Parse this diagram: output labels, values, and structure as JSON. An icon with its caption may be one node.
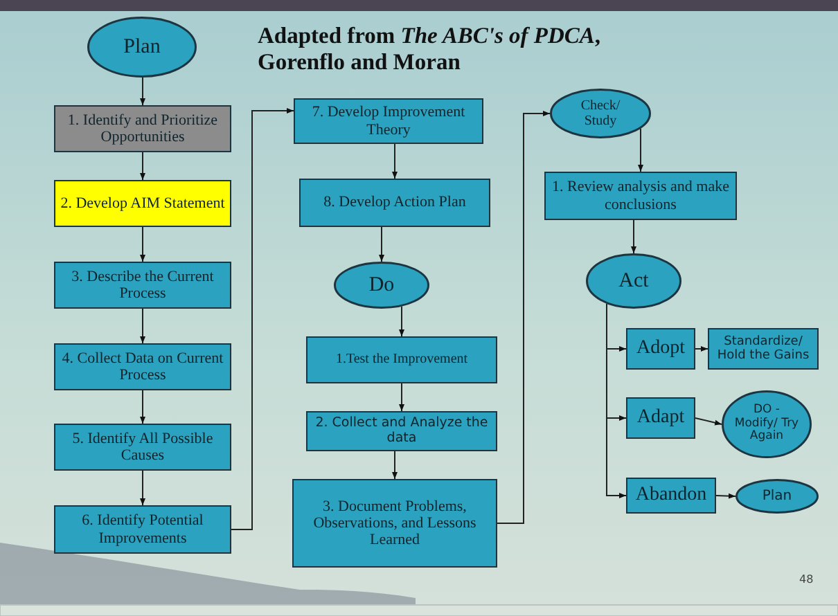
{
  "diagram": {
    "title": "Adapted from *The ABC's of PDCA*, Gorenflo and Moran",
    "nodes": [
      {
        "text": [
          "Plan"
        ]
      },
      {
        "text": [
          "1. Identify and Prioritize Opportunities"
        ]
      },
      {
        "text": [
          "2. Develop AIM Statement"
        ]
      },
      {
        "text": [
          "3. Describe the Current Process"
        ]
      },
      {
        "text": [
          "4. Collect Data on Current Process"
        ]
      },
      {
        "text": [
          "5. Identify All Possible Causes"
        ]
      },
      {
        "text": [
          "6. Identify Potential Improvements"
        ]
      },
      {
        "text": [
          "7. Develop Improvement Theory"
        ]
      },
      {
        "text": [
          "8. Develop Action Plan"
        ]
      },
      {
        "text": [
          "Do"
        ]
      },
      {
        "text": [
          "1.Test the Improvement"
        ]
      },
      {
        "text": [
          "2. Collect and Analyze the data"
        ]
      },
      {
        "text": [
          "3. Document Problems, Observations, and Lessons Learned"
        ]
      },
      {
        "text": [
          "Check/ Study"
        ]
      },
      {
        "text": [
          "1. Review analysis and make conclusions"
        ]
      },
      {
        "text": [
          "Act"
        ]
      },
      {
        "text": [
          "Adopt"
        ]
      },
      {
        "text": [
          "Standardize/ Hold the Gains"
        ]
      },
      {
        "text": [
          "Adapt"
        ]
      },
      {
        "text": [
          "DO - Modify/ Try Again"
        ]
      },
      {
        "text": [
          "Abandon"
        ]
      },
      {
        "text": [
          "Plan"
        ]
      }
    ],
    "edges": [
      {
        "from": 0,
        "to": 1,
        "arrow": "to"
      },
      {
        "from": 1,
        "to": 2,
        "arrow": "to"
      },
      {
        "from": 2,
        "to": 3,
        "arrow": "to"
      },
      {
        "from": 3,
        "to": 4,
        "arrow": "to"
      },
      {
        "from": 4,
        "to": 5,
        "arrow": "to"
      },
      {
        "from": 5,
        "to": 6,
        "arrow": "to"
      },
      {
        "from": 6,
        "to": 7,
        "arrow": "to"
      },
      {
        "from": 7,
        "to": 8,
        "arrow": "to"
      },
      {
        "from": 8,
        "to": 9,
        "arrow": "to"
      },
      {
        "from": 9,
        "to": 10,
        "arrow": "to"
      },
      {
        "from": 10,
        "to": 11,
        "arrow": "to"
      },
      {
        "from": 11,
        "to": 12,
        "arrow": "to"
      },
      {
        "from": 12,
        "to": 13,
        "arrow": "to"
      },
      {
        "from": 13,
        "to": 14,
        "arrow": "to"
      },
      {
        "from": 14,
        "to": 15,
        "arrow": "to"
      },
      {
        "from": 15,
        "to": 16,
        "arrow": "to"
      },
      {
        "from": 15,
        "to": 18,
        "arrow": "to"
      },
      {
        "from": 15,
        "to": 20,
        "arrow": "to"
      },
      {
        "from": 16,
        "to": 17,
        "arrow": "to"
      },
      {
        "from": 18,
        "to": 19,
        "arrow": "to"
      },
      {
        "from": 20,
        "to": 21,
        "arrow": "to"
      }
    ],
    "labels": [
      "48"
    ]
  }
}
